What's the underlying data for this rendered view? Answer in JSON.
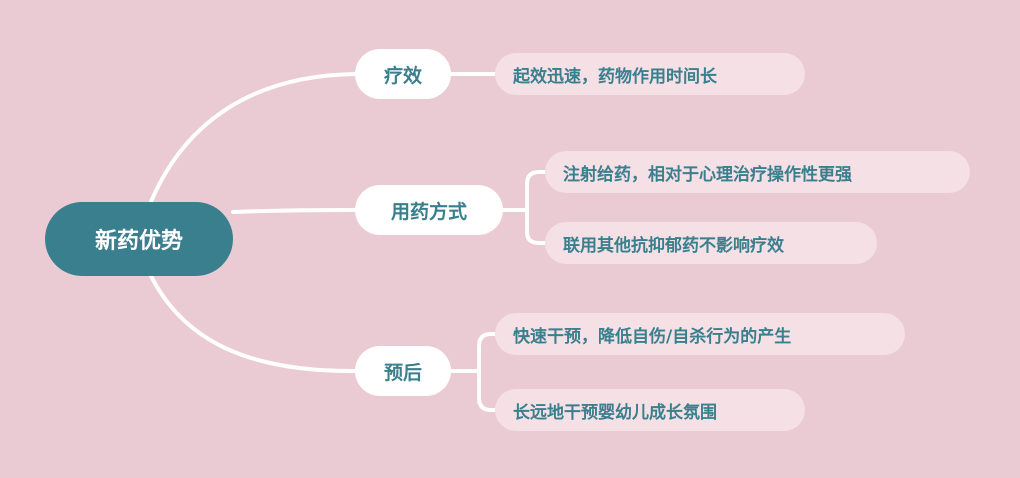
{
  "root": {
    "label": "新药优势"
  },
  "branches": [
    {
      "label": "疗效",
      "leaves": [
        "起效迅速，药物作用时间长"
      ]
    },
    {
      "label": "用药方式",
      "leaves": [
        "注射给药，相对于心理治疗操作性更强",
        "联用其他抗抑郁药不影响疗效"
      ]
    },
    {
      "label": "预后",
      "leaves": [
        "快速干预，降低自伤/自杀行为的产生",
        "长远地干预婴幼儿成长氛围"
      ]
    }
  ],
  "colors": {
    "background": "#ebcbd3",
    "root_fill": "#3a7f8d",
    "root_text": "#ffffff",
    "branch_fill": "#ffffff",
    "node_text": "#3a7f8d",
    "leaf_fill": "#f4e0e5",
    "connector": "#ffffff"
  }
}
